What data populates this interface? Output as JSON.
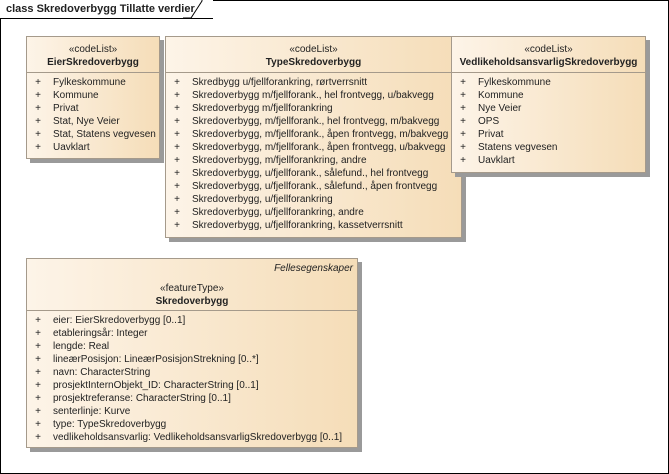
{
  "diagram_title": "class Skredoverbygg Tillatte verdier",
  "eier": {
    "stereotype": "«codeList»",
    "name": "EierSkredoverbygg",
    "values": [
      "Fylkeskommune",
      "Kommune",
      "Privat",
      "Stat, Nye Veier",
      "Stat, Statens vegvesen",
      "Uavklart"
    ]
  },
  "type": {
    "stereotype": "«codeList»",
    "name": "TypeSkredoverbygg",
    "values": [
      "Skredbygg u/fjellforankring, rørtverrsnitt",
      "Skredoverbygg m/fjellforank., hel frontvegg, u/bakvegg",
      "Skredoverbygg m/fjellforankring",
      "Skredoverbygg, m/fjellforank., hel frontvegg, m/bakvegg",
      "Skredoverbygg, m/fjellforank., åpen frontvegg, m/bakvegg",
      "Skredoverbygg, m/fjellforank., åpen frontvegg, u/bakvegg",
      "Skredoverbygg, m/fjellforankring, andre",
      "Skredoverbygg, u/fjellforank., sålefund., hel frontvegg",
      "Skredoverbygg, u/fjellforank., sålefund., åpen frontvegg",
      "Skredoverbygg, u/fjellforankring",
      "Skredoverbygg, u/fjellforankring, andre",
      "Skredoverbygg, u/fjellforankring, kassetverrsnitt"
    ]
  },
  "vedlikehold": {
    "stereotype": "«codeList»",
    "name": "VedlikeholdsansvarligSkredoverbygg",
    "values": [
      "Fylkeskommune",
      "Kommune",
      "Nye Veier",
      "OPS",
      "Privat",
      "Statens vegvesen",
      "Uavklart"
    ]
  },
  "feature": {
    "parent": "Fellesegenskaper",
    "stereotype": "«featureType»",
    "name": "Skredoverbygg",
    "attributes": [
      "eier: EierSkredoverbygg [0..1]",
      "etableringsår: Integer",
      "lengde: Real",
      "lineærPosisjon: LineærPosisjonStrekning [0..*]",
      "navn: CharacterString",
      "prosjektInternObjekt_ID: CharacterString [0..1]",
      "prosjektreferanse: CharacterString [0..1]",
      "senterlinje: Kurve",
      "type: TypeSkredoverbygg",
      "vedlikeholdsansvarlig: VedlikeholdsansvarligSkredoverbygg [0..1]"
    ]
  },
  "visibility_symbol": "+"
}
